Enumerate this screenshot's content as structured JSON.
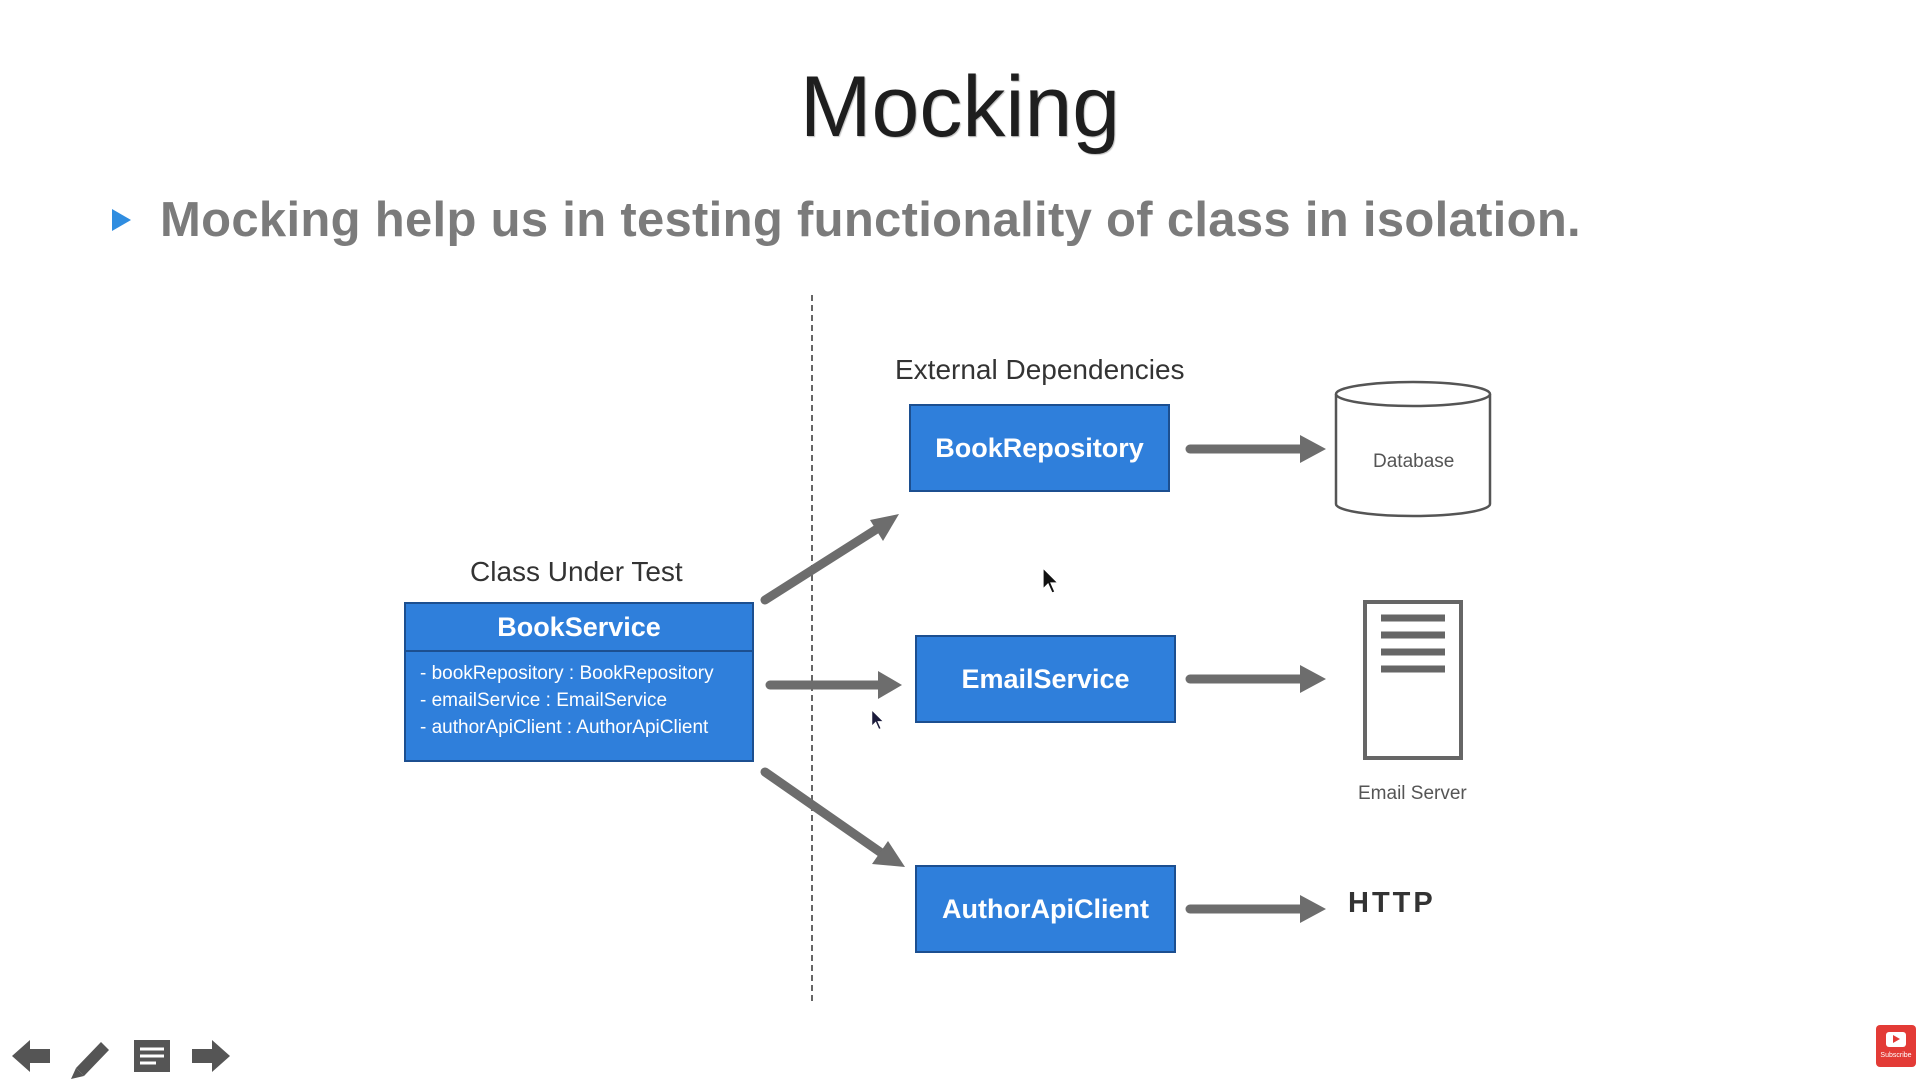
{
  "slide": {
    "title": "Mocking",
    "bullet": "Mocking help us in testing functionality of class in isolation."
  },
  "diagram": {
    "class_under_test_heading": "Class Under Test",
    "external_heading": "External Dependencies",
    "class_box": {
      "name": "BookService",
      "fields": [
        "- bookRepository : BookRepository",
        "- emailService : EmailService",
        "- authorApiClient : AuthorApiClient"
      ]
    },
    "dependencies": [
      "BookRepository",
      "EmailService",
      "AuthorApiClient"
    ],
    "targets": {
      "database": "Database",
      "email_server": "Email Server",
      "http": "HTTP"
    }
  },
  "badge": {
    "text": "Subscribe"
  },
  "icons": {
    "nav": [
      "arrow-left-icon",
      "pencil-icon",
      "notes-icon",
      "arrow-right-icon"
    ],
    "badge": "youtube-play-icon"
  },
  "colors": {
    "box_fill": "#2f7fdb",
    "box_border": "#1c4f90",
    "arrow": "#6d6d6d",
    "bullet": "#2f8de0",
    "badge": "#e33b36"
  }
}
